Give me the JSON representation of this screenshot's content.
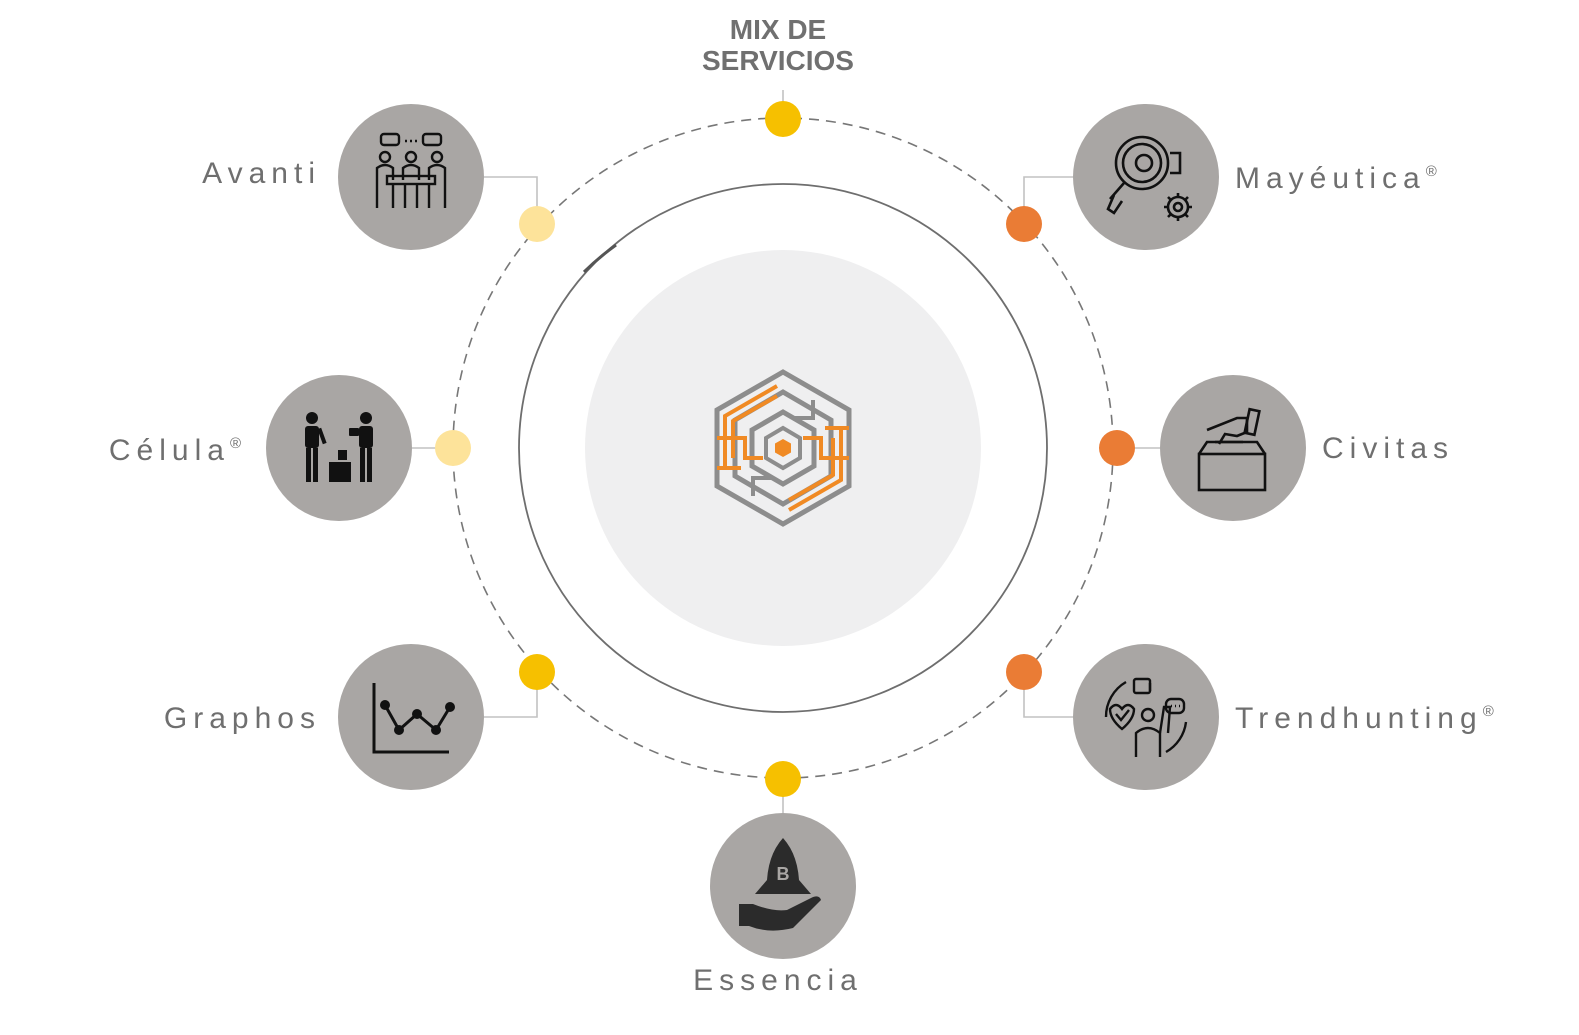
{
  "title": {
    "line1": "MIX DE",
    "line2": "SERVICIOS"
  },
  "colors": {
    "yellow": "#f6c000",
    "light_yellow": "#fde39a",
    "orange": "#ea7c35",
    "node_fill": "#a9a6a4",
    "inner_disc": "#efeff0",
    "ring_stroke": "#6e6e6e",
    "logo_gray": "#8d8d8d",
    "logo_orange": "#f08a24"
  },
  "services": [
    {
      "id": "avanti",
      "label": "Avanti",
      "mark": "",
      "icon": "meeting-icon",
      "dot_color": "light_yellow"
    },
    {
      "id": "mayeutica",
      "label": "Mayéutica",
      "mark": "®",
      "icon": "magnifier-gears-icon",
      "dot_color": "orange"
    },
    {
      "id": "celula",
      "label": "Célula",
      "mark": "®",
      "icon": "delivery-people-icon",
      "dot_color": "light_yellow"
    },
    {
      "id": "civitas",
      "label": "Civitas",
      "mark": "",
      "icon": "ballot-box-icon",
      "dot_color": "orange"
    },
    {
      "id": "graphos",
      "label": "Graphos",
      "mark": "",
      "icon": "line-graph-icon",
      "dot_color": "yellow"
    },
    {
      "id": "trendhunting",
      "label": "Trendhunting",
      "mark": "®",
      "icon": "social-trends-icon",
      "dot_color": "orange"
    },
    {
      "id": "essencia",
      "label": "Essencia",
      "mark": "",
      "icon": "rocket-hand-icon",
      "dot_color": "yellow"
    }
  ],
  "top_dot_color": "yellow",
  "center_icon": "hexagon-maze-logo-icon"
}
